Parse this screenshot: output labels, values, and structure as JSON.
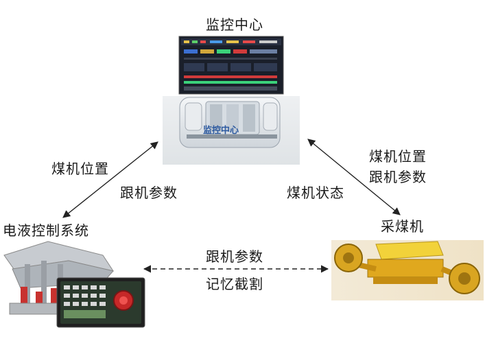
{
  "nodes": {
    "monitor": {
      "title": "监控中心",
      "booth_sign": "监控中心"
    },
    "hydraulic": {
      "title": "电液控制系统"
    },
    "shearer": {
      "title": "采煤机"
    }
  },
  "edges": {
    "monitor_hydraulic": {
      "label_1": "煤机位置",
      "label_2": "跟机参数"
    },
    "monitor_shearer": {
      "label_1": "煤机位置",
      "label_2": "跟机参数",
      "label_3": "煤机状态"
    },
    "hydraulic_shearer": {
      "label_top": "跟机参数",
      "label_bottom": "记忆截割"
    }
  }
}
